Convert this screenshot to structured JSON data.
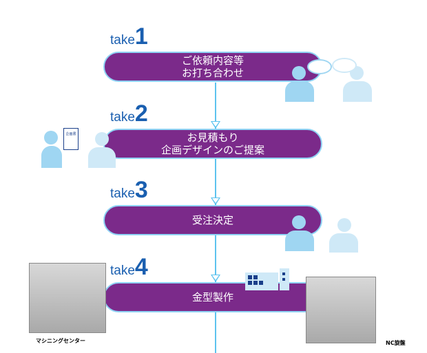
{
  "steps": [
    {
      "take": "take",
      "num": "1",
      "lines": [
        "ご依頼内容等",
        "お打ち合わせ"
      ]
    },
    {
      "take": "take",
      "num": "2",
      "lines": [
        "お見積もり",
        "企画デザインのご提案"
      ]
    },
    {
      "take": "take",
      "num": "3",
      "lines": [
        "受注決定"
      ]
    },
    {
      "take": "take",
      "num": "4",
      "lines": [
        "金型製作"
      ]
    }
  ],
  "document_label": "企画書",
  "captions": {
    "machining_center": "マシニングセンター",
    "nc_lathe": "NC旋盤"
  },
  "colors": {
    "pill": "#7b2a8a",
    "line": "#5cc3ef",
    "take": "#1a5fb0",
    "person": "#9fd6f2"
  }
}
